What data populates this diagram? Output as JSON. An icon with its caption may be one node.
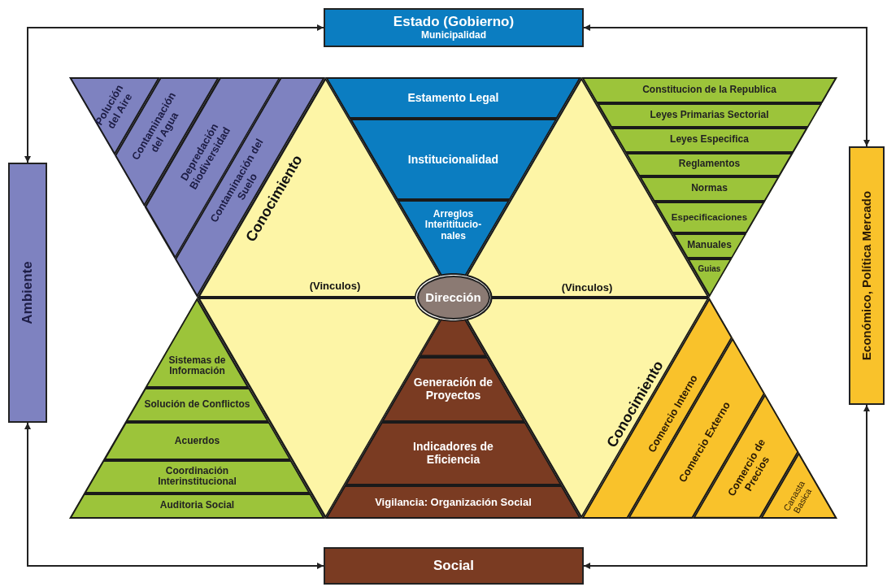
{
  "diagram": {
    "nodes": [
      {
        "text": [
          "Estado (Gobierno)",
          "Municipalidad"
        ]
      },
      {
        "text": [
          "Ambiente"
        ]
      },
      {
        "text": [
          "Económico, Política Mercado"
        ]
      },
      {
        "text": [
          "Social"
        ]
      },
      {
        "text": [
          "Polución del Aire"
        ]
      },
      {
        "text": [
          "Contaminación del Agua"
        ]
      },
      {
        "text": [
          "Depredación Biodiversidad"
        ]
      },
      {
        "text": [
          "Contaminación del Suelo"
        ]
      },
      {
        "text": [
          "Conocimiento",
          "(Vinculos)"
        ]
      },
      {
        "text": [
          "Estamento Legal"
        ]
      },
      {
        "text": [
          "Institucionalidad"
        ]
      },
      {
        "text": [
          "Arreglos Interititucio- nales"
        ]
      },
      {
        "text": [
          "(Vinculos)"
        ]
      },
      {
        "text": [
          "Constitucion de la Republica"
        ]
      },
      {
        "text": [
          "Leyes Primarias Sectorial"
        ]
      },
      {
        "text": [
          "Leyes Especifica"
        ]
      },
      {
        "text": [
          "Reglamentos"
        ]
      },
      {
        "text": [
          "Normas"
        ]
      },
      {
        "text": [
          "Especificaciones"
        ]
      },
      {
        "text": [
          "Manuales"
        ]
      },
      {
        "text": [
          "Guias"
        ]
      },
      {
        "text": [
          "Dirección"
        ]
      },
      {
        "text": [
          "Sistemas de Información"
        ]
      },
      {
        "text": [
          "Solución de Conflictos"
        ]
      },
      {
        "text": [
          "Acuerdos"
        ]
      },
      {
        "text": [
          "Coordinación Interinstitucional"
        ]
      },
      {
        "text": [
          "Auditoria Social"
        ]
      },
      {
        "text": [],
        "shape": "triangle"
      },
      {
        "text": [],
        "shape": "triangle"
      },
      {
        "text": [
          "Generación de Proyectos"
        ]
      },
      {
        "text": [
          "Indicadores de Eficiencia"
        ]
      },
      {
        "text": [
          "Vigilancia: Organización Social"
        ]
      },
      {
        "text": [
          "Conocimiento"
        ]
      },
      {
        "text": [
          "Comercio Interno"
        ]
      },
      {
        "text": [
          "Comercio Externo"
        ]
      },
      {
        "text": [
          "Comercio de Precios"
        ]
      },
      {
        "text": [
          "Canasta Basica"
        ]
      }
    ],
    "edges": [
      {
        "from": 1,
        "to": 0,
        "arrow": "both"
      },
      {
        "from": 0,
        "to": 2,
        "arrow": "both"
      },
      {
        "from": 1,
        "to": 3,
        "arrow": "both"
      },
      {
        "from": 2,
        "to": 3,
        "arrow": "both"
      }
    ]
  }
}
